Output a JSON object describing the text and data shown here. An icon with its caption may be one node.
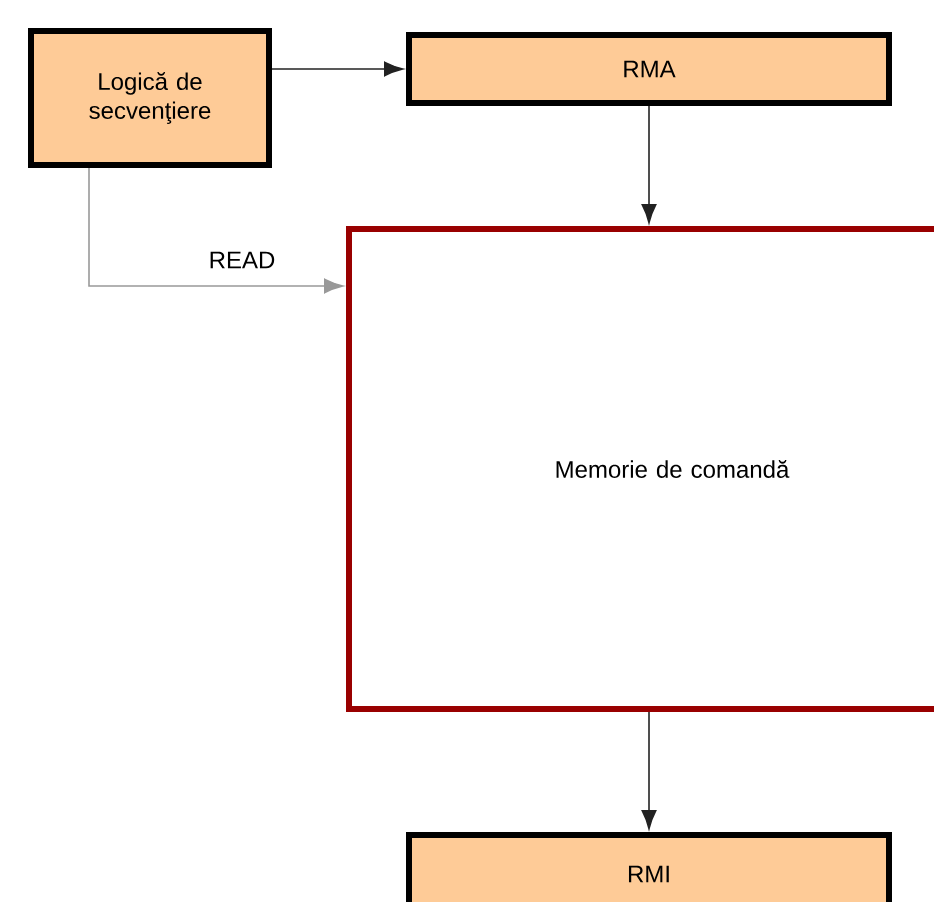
{
  "diagram": {
    "nodes": [
      {
        "text": [
          "Logică de secvenţiere"
        ]
      },
      {
        "text": [
          "RMA"
        ]
      },
      {
        "text": [
          "Memorie de comandă"
        ]
      },
      {
        "text": [
          "RMI"
        ]
      }
    ],
    "edges": [
      {
        "from": 0,
        "to": 1,
        "arrow": "to"
      },
      {
        "from": 1,
        "to": 2,
        "arrow": "to"
      },
      {
        "from": 0,
        "to": 2,
        "arrow": "to",
        "label": "READ",
        "color": "#999999"
      },
      {
        "from": 2,
        "to": 3,
        "arrow": "to"
      }
    ]
  }
}
